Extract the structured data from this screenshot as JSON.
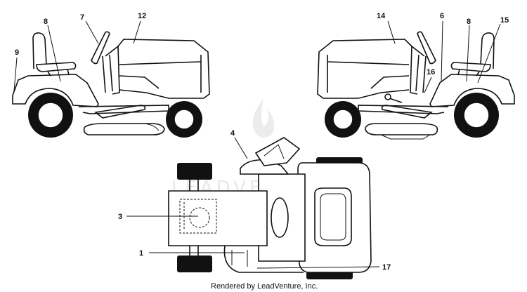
{
  "callouts": {
    "c9": "9",
    "c8_left": "8",
    "c7": "7",
    "c12": "12",
    "c14": "14",
    "c6": "6",
    "c8_right": "8",
    "c15": "15",
    "c16": "16",
    "c4": "4",
    "c3": "3",
    "c1": "1",
    "c17": "17"
  },
  "watermark": "LEADVENTURE",
  "credit": "Rendered by LeadVenture, Inc."
}
